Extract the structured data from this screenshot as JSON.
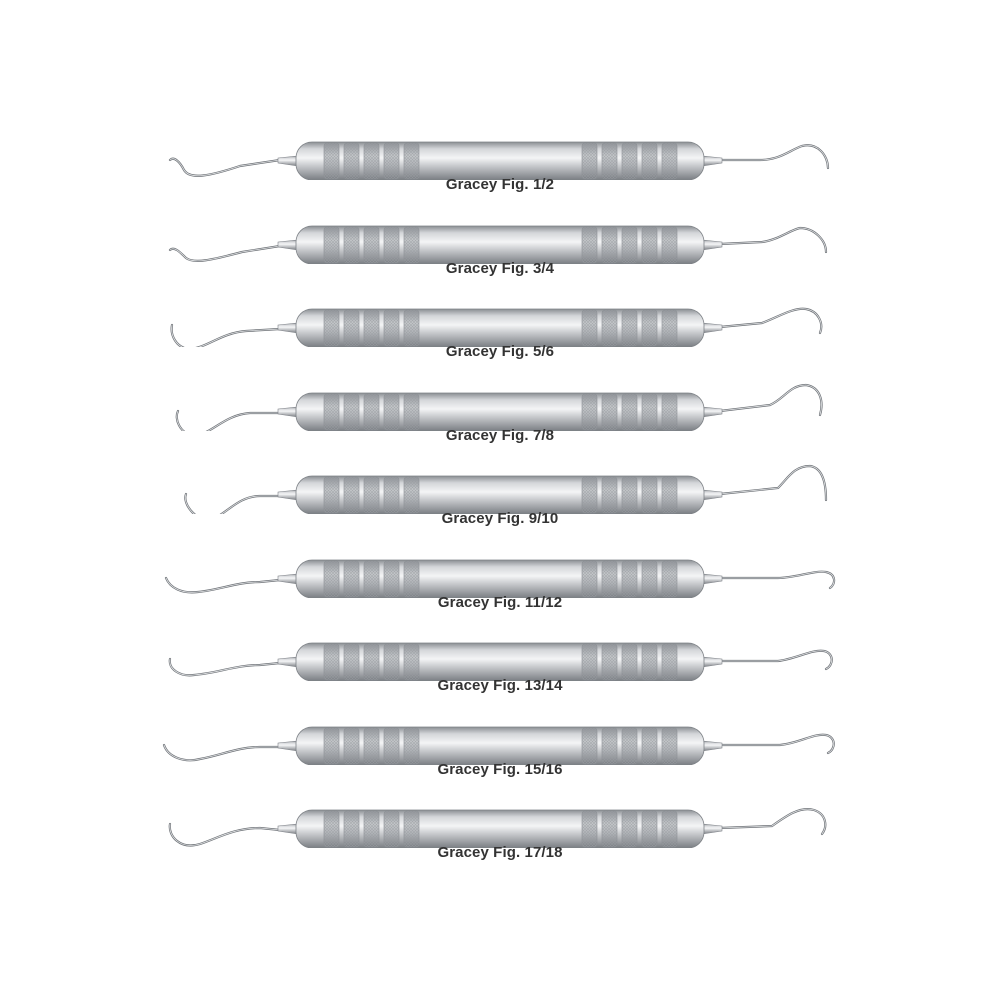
{
  "instruments": [
    {
      "label": "Gracey Fig. 1/2"
    },
    {
      "label": "Gracey Fig. 3/4"
    },
    {
      "label": "Gracey Fig. 5/6"
    },
    {
      "label": "Gracey Fig. 7/8"
    },
    {
      "label": "Gracey Fig. 9/10"
    },
    {
      "label": "Gracey Fig. 11/12"
    },
    {
      "label": "Gracey Fig. 13/14"
    },
    {
      "label": "Gracey Fig. 15/16"
    },
    {
      "label": "Gracey Fig. 17/18"
    }
  ],
  "colors": {
    "background": "#ffffff",
    "steel_light": "#e6e7e9",
    "steel_mid": "#b9bcc0",
    "steel_dark": "#7d8186",
    "label": "#333333"
  },
  "icons": [
    "gracey-curette-icon"
  ]
}
